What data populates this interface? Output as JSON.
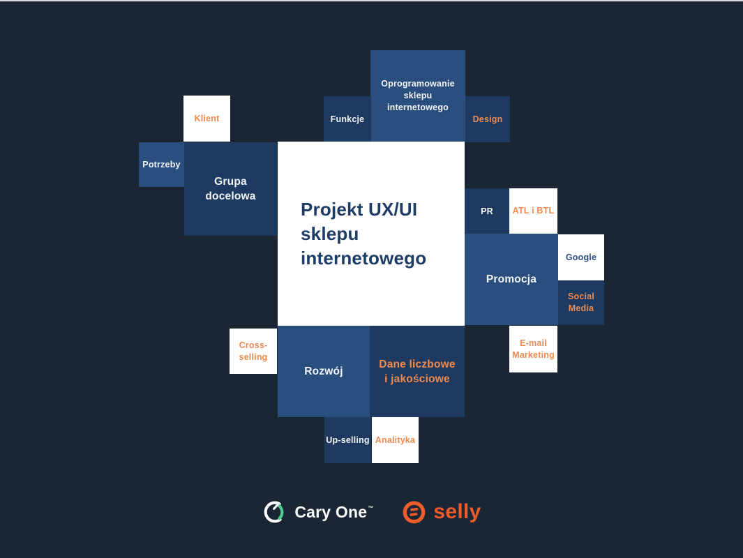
{
  "colors": {
    "background": "#1b2634",
    "top_strip": "#d9dbde",
    "tile_medium_blue": "#2a4e7e",
    "tile_dark_navy": "#1e3a60",
    "tile_white": "#ffffff",
    "text_white": "#f2f4f6",
    "text_orange": "#ee8a4f",
    "text_navy_title": "#1d3c66",
    "text_navy_google": "#2b4d7e",
    "selly_orange": "#ee5c2c",
    "caryone_green": "#52c98f"
  },
  "center": {
    "lines": [
      "Projekt UX/UI",
      "sklepu",
      "internetowego"
    ]
  },
  "tiles": {
    "oprogramowanie": {
      "lines": [
        "Oprogramowanie",
        "sklepu",
        "internetowego"
      ]
    },
    "funkcje": {
      "lines": [
        "Funkcje"
      ]
    },
    "design": {
      "lines": [
        "Design"
      ]
    },
    "klient": {
      "lines": [
        "Klient"
      ]
    },
    "potrzeby": {
      "lines": [
        "Potrzeby"
      ]
    },
    "grupa_docelowa": {
      "lines": [
        "Grupa",
        "docelowa"
      ]
    },
    "pr": {
      "lines": [
        "PR"
      ]
    },
    "atl_i_btl": {
      "lines": [
        "ATL i BTL"
      ]
    },
    "promocja": {
      "lines": [
        "Promocja"
      ]
    },
    "google": {
      "lines": [
        "Google"
      ]
    },
    "social_media": {
      "lines": [
        "Social",
        "Media"
      ]
    },
    "email_marketing": {
      "lines": [
        "E-mail",
        "Marketing"
      ]
    },
    "cross_selling": {
      "lines": [
        "Cross-",
        "selling"
      ]
    },
    "rozwoj": {
      "lines": [
        "Rozwój"
      ]
    },
    "dane_liczbowe": {
      "lines": [
        "Dane liczbowe",
        "i jakościowe"
      ]
    },
    "up_selling": {
      "lines": [
        "Up-selling"
      ]
    },
    "analityka": {
      "lines": [
        "Analityka"
      ]
    }
  },
  "footer": {
    "cary_one": {
      "name": "Cary One",
      "trademark": "™"
    },
    "selly": {
      "name": "selly"
    }
  }
}
